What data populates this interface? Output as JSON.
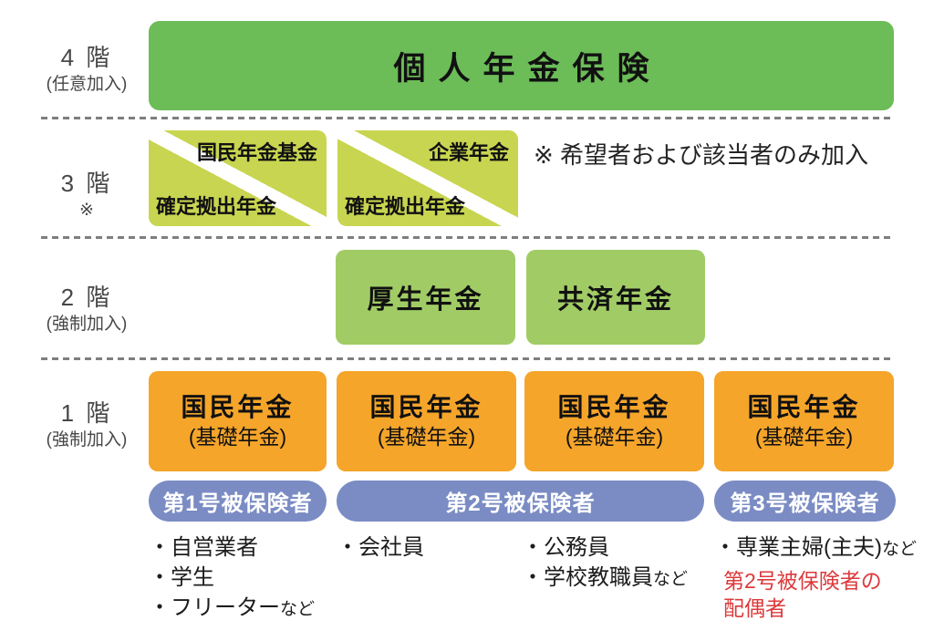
{
  "floors": [
    {
      "label": "4 階",
      "sublabel": "(任意加入)"
    },
    {
      "label": "3 階",
      "sublabel": "※"
    },
    {
      "label": "2 階",
      "sublabel": "(強制加入)"
    },
    {
      "label": "1 階",
      "sublabel": "(強制加入)"
    }
  ],
  "tier4": {
    "title": "個人年金保険"
  },
  "tier3": {
    "note": "※ 希望者および該当者のみ加入",
    "boxes": [
      {
        "upper": "国民年金基金",
        "lower": "確定拠出年金"
      },
      {
        "upper": "企業年金",
        "lower": "確定拠出年金"
      }
    ]
  },
  "tier2": {
    "boxes": [
      {
        "title": "厚生年金"
      },
      {
        "title": "共済年金"
      }
    ]
  },
  "tier1": {
    "title": "国民年金",
    "subtitle": "(基礎年金)"
  },
  "insured_categories": [
    {
      "label": "第1号被保険者"
    },
    {
      "label": "第2号被保険者"
    },
    {
      "label": "第3号被保険者"
    }
  ],
  "examples": {
    "col1": {
      "item1": "・自営業者",
      "item2": "・学生",
      "item3_main": "・フリーター",
      "item3_suffix": "など"
    },
    "col2": {
      "item1": "・会社員"
    },
    "col3": {
      "item1": "・公務員",
      "item2_main": "・学校教職員",
      "item2_suffix": "など"
    },
    "col4": {
      "item1_main": "・専業主婦(主夫)",
      "item1_suffix": "など",
      "note_line1": "第2号被保険者の",
      "note_line2": "配偶者"
    }
  },
  "colors": {
    "tier4_green": "#6cbc58",
    "tier3_yellow_green": "#c8d550",
    "tier2_green": "#a1cc65",
    "tier1_orange": "#f5a52a",
    "insured_blue": "#7b8cc4",
    "note_red": "#dc3a3c"
  }
}
